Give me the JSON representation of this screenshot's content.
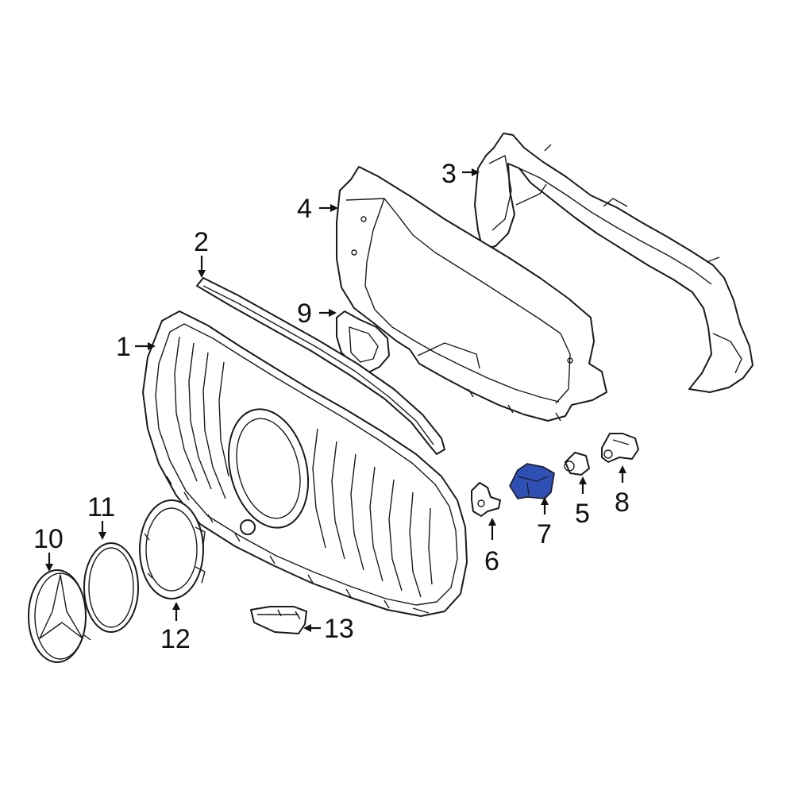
{
  "diagram": {
    "highlight_color": "#2f4fb5",
    "highlighted_part": "7",
    "callouts": {
      "c1": "1",
      "c2": "2",
      "c3": "3",
      "c4": "4",
      "c5": "5",
      "c6": "6",
      "c7": "7",
      "c8": "8",
      "c9": "9",
      "c10": "10",
      "c11": "11",
      "c12": "12",
      "c13": "13"
    }
  }
}
